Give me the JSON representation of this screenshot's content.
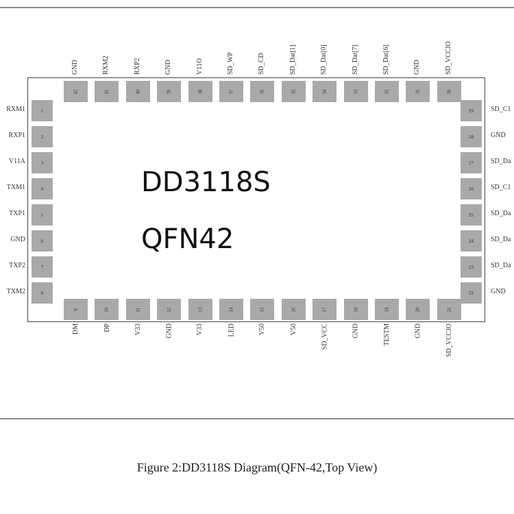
{
  "chip": {
    "part": "DD3118S",
    "package": "QFN42"
  },
  "caption": "Figure 2:DD3118S Diagram(QFN-42,Top View)",
  "pins": {
    "left": [
      {
        "num": "1",
        "name": "RXM1"
      },
      {
        "num": "2",
        "name": "RXP1"
      },
      {
        "num": "3",
        "name": "V11A"
      },
      {
        "num": "4",
        "name": "TXM1"
      },
      {
        "num": "5",
        "name": "TXP1"
      },
      {
        "num": "6",
        "name": "GND"
      },
      {
        "num": "7",
        "name": "TXP2"
      },
      {
        "num": "8",
        "name": "TXM2"
      }
    ],
    "bottom": [
      {
        "num": "9",
        "name": "DM"
      },
      {
        "num": "10",
        "name": "DP"
      },
      {
        "num": "11",
        "name": "V33"
      },
      {
        "num": "12",
        "name": "GND"
      },
      {
        "num": "13",
        "name": "V33"
      },
      {
        "num": "14",
        "name": "LED"
      },
      {
        "num": "15",
        "name": "V50"
      },
      {
        "num": "16",
        "name": "V50"
      },
      {
        "num": "17",
        "name": "SD_VCC"
      },
      {
        "num": "18",
        "name": "GND"
      },
      {
        "num": "19",
        "name": "TESTM"
      },
      {
        "num": "20",
        "name": "GND"
      },
      {
        "num": "21",
        "name": "SD_VCCIO"
      }
    ],
    "right": [
      {
        "num": "29",
        "name": "SD_C1"
      },
      {
        "num": "28",
        "name": "GND"
      },
      {
        "num": "27",
        "name": "SD_Da"
      },
      {
        "num": "26",
        "name": "SD_C1"
      },
      {
        "num": "25",
        "name": "SD_Da"
      },
      {
        "num": "24",
        "name": "SD_Da"
      },
      {
        "num": "23",
        "name": "SD_Da"
      },
      {
        "num": "22",
        "name": "GND"
      }
    ],
    "top": [
      {
        "num": "42",
        "name": "GND"
      },
      {
        "num": "41",
        "name": "RXM2"
      },
      {
        "num": "40",
        "name": "RXP2"
      },
      {
        "num": "39",
        "name": "GND"
      },
      {
        "num": "38",
        "name": "V11O"
      },
      {
        "num": "37",
        "name": "SD_WP"
      },
      {
        "num": "36",
        "name": "SD_CD"
      },
      {
        "num": "35",
        "name": "SD_Dat[1]"
      },
      {
        "num": "34",
        "name": "SD_Dat[0]"
      },
      {
        "num": "33",
        "name": "SD_Dat[7]"
      },
      {
        "num": "32",
        "name": "SD_Dat[6]"
      },
      {
        "num": "31",
        "name": "GND"
      },
      {
        "num": "30",
        "name": "SD_VCCIO"
      }
    ]
  }
}
